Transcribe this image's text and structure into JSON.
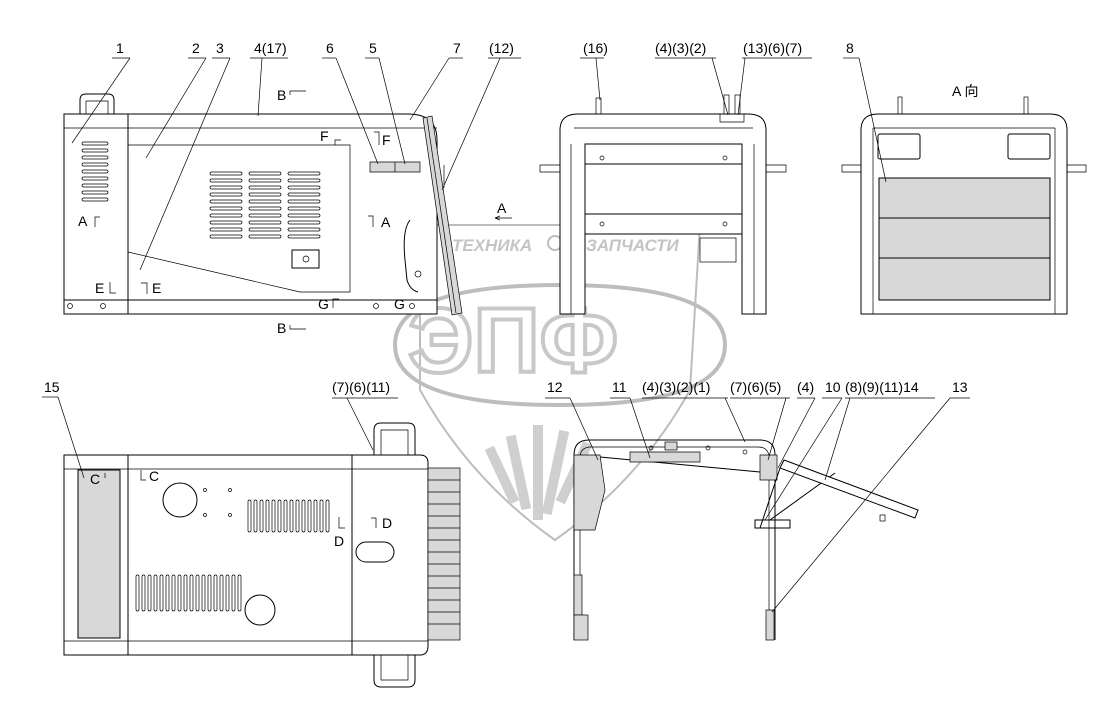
{
  "watermark": {
    "left_text": "ТЕХНИКА",
    "right_text": "ЗАПЧАСТИ",
    "big_text": "ЭПФ"
  },
  "callouts": {
    "c1": "1",
    "c2": "2",
    "c3": "3",
    "c4_17": "4(17)",
    "c6": "6",
    "c5": "5",
    "c7": "7",
    "c12p": "(12)",
    "c16p": "(16)",
    "c4_3_2": "(4)(3)(2)",
    "c13_6_7": "(13)(6)(7)",
    "c8": "8",
    "view_a": "A 向",
    "c15": "15",
    "c7_6_11": "(7)(6)(11)",
    "c12": "12",
    "c11": "11",
    "c4_3_2_1": "(4)(3)(2)(1)",
    "c7_6_5": "(7)(6)(5)",
    "c4": "(4)",
    "c10": "10",
    "c8_9_11_14": "(8)(9)(11)14",
    "c13": "13"
  },
  "section_marks": {
    "b_top": "B",
    "b_bottom": "B",
    "f_top": "F",
    "f_right": "F",
    "a_left": "A",
    "a_right": "A",
    "e_left": "E",
    "e_right": "E",
    "g_bottom": "G",
    "g_right": "G",
    "a_arrow": "A",
    "c_left": "C",
    "c_right": "C",
    "d_left": "D",
    "d_right": "D"
  }
}
